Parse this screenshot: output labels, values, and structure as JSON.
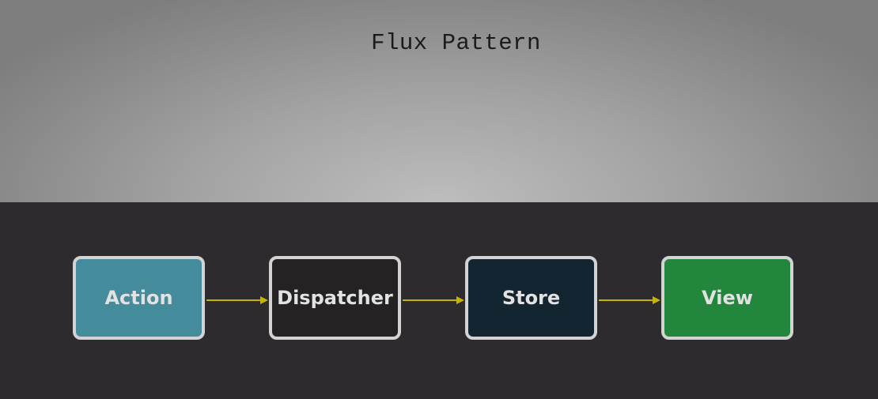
{
  "title": "Flux Pattern",
  "nodes": [
    {
      "label": "Action",
      "color": "#448b9c"
    },
    {
      "label": "Dispatcher",
      "color": "#242223"
    },
    {
      "label": "Store",
      "color": "#122530"
    },
    {
      "label": "View",
      "color": "#23863d"
    }
  ],
  "edges": [
    {
      "from": "Action",
      "to": "Dispatcher"
    },
    {
      "from": "Dispatcher",
      "to": "Store"
    },
    {
      "from": "Store",
      "to": "View"
    }
  ],
  "colors": {
    "arrow": "#c8b400",
    "node_border": "#d3d3d3",
    "bottom_background": "#2d2b2e"
  }
}
